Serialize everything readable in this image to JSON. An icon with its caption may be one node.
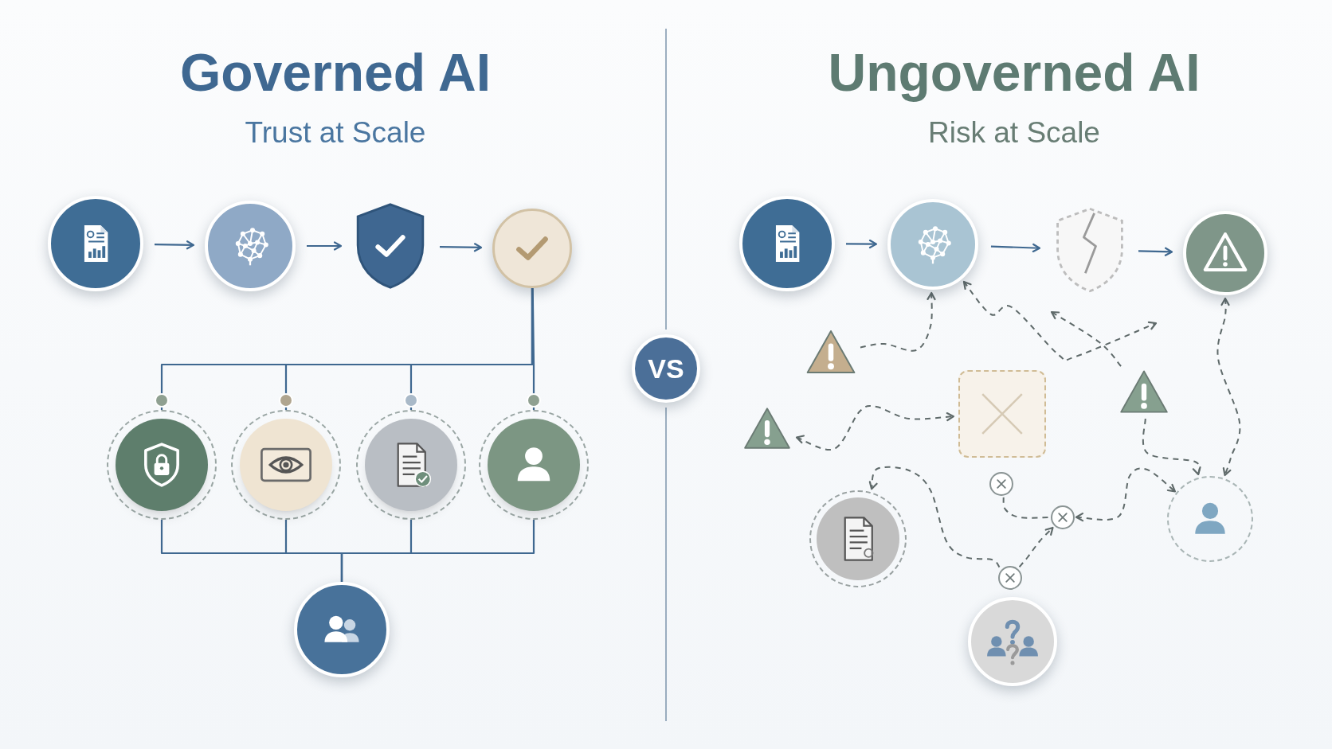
{
  "diagram": {
    "nodes": [
      {
        "text": [],
        "shape": "circle"
      },
      {
        "text": [],
        "shape": "circle"
      },
      {
        "text": [],
        "shape": "shield"
      },
      {
        "text": [],
        "shape": "circle"
      },
      {
        "text": [],
        "shape": "circle"
      },
      {
        "text": [],
        "shape": "circle"
      },
      {
        "text": [],
        "shape": "circle"
      },
      {
        "text": [],
        "shape": "circle"
      },
      {
        "text": [],
        "shape": "circle"
      },
      {
        "text": [
          "VS"
        ]
      },
      {
        "text": [],
        "shape": "circle"
      },
      {
        "text": [],
        "shape": "circle"
      },
      {
        "text": [],
        "shape": "shield"
      },
      {
        "text": [],
        "shape": "circle"
      },
      {
        "text": [],
        "shape": "triangle"
      },
      {
        "text": [],
        "shape": "triangle"
      },
      {
        "text": [],
        "shape": "box"
      },
      {
        "text": [],
        "shape": "triangle"
      },
      {
        "text": [],
        "shape": "circle"
      },
      {
        "text": [],
        "shape": "circle"
      },
      {
        "text": [],
        "shape": "circle"
      },
      {
        "text": [],
        "shape": "circle"
      },
      {
        "text": [],
        "shape": "circle"
      },
      {
        "text": [],
        "shape": "circle"
      }
    ],
    "edges": [
      {
        "from": 0,
        "to": 1,
        "arrow": "to"
      },
      {
        "from": 1,
        "to": 2,
        "arrow": "to"
      },
      {
        "from": 2,
        "to": 3,
        "arrow": "to"
      },
      {
        "from": 3,
        "to": 4,
        "arrow": "none"
      },
      {
        "from": 3,
        "to": 5,
        "arrow": "none"
      },
      {
        "from": 3,
        "to": 6,
        "arrow": "none"
      },
      {
        "from": 3,
        "to": 7,
        "arrow": "none"
      },
      {
        "from": 4,
        "to": 8,
        "arrow": "none"
      },
      {
        "from": 5,
        "to": 8,
        "arrow": "none"
      },
      {
        "from": 6,
        "to": 8,
        "arrow": "none"
      },
      {
        "from": 7,
        "to": 8,
        "arrow": "none"
      },
      {
        "from": 10,
        "to": 11,
        "arrow": "to"
      },
      {
        "from": 11,
        "to": 12,
        "arrow": "to"
      },
      {
        "from": 12,
        "to": 13,
        "arrow": "to"
      },
      {
        "from": 14,
        "to": 11,
        "arrow": "to",
        "style": "dashed",
        "color": "#5f6a6a"
      },
      {
        "from": 15,
        "to": 16,
        "arrow": "both",
        "style": "dashed",
        "color": "#5f6a6a"
      },
      {
        "from": 11,
        "to": null,
        "arrow": "both",
        "style": "dashed",
        "color": "#5f6a6a"
      },
      {
        "from": 17,
        "to": null,
        "arrow": "to",
        "style": "dashed",
        "color": "#5f6a6a"
      },
      {
        "from": 17,
        "to": 21,
        "arrow": "to",
        "style": "dashed",
        "color": "#5f6a6a"
      },
      {
        "from": 13,
        "to": 21,
        "arrow": "both",
        "style": "dashed",
        "color": "#5f6a6a"
      },
      {
        "from": 19,
        "to": 20,
        "arrow": "none",
        "style": "dashed",
        "color": "#5f6a6a"
      },
      {
        "from": 20,
        "to": 21,
        "arrow": "both",
        "style": "dashed",
        "color": "#5f6a6a"
      },
      {
        "from": 22,
        "to": 18,
        "arrow": "to",
        "style": "dashed",
        "color": "#5f6a6a"
      },
      {
        "from": 22,
        "to": 20,
        "arrow": "to",
        "style": "dashed",
        "color": "#5f6a6a"
      }
    ],
    "labels": [
      "Governed AI",
      "Trust at Scale",
      "Ungoverned AI",
      "Risk at Scale"
    ]
  }
}
